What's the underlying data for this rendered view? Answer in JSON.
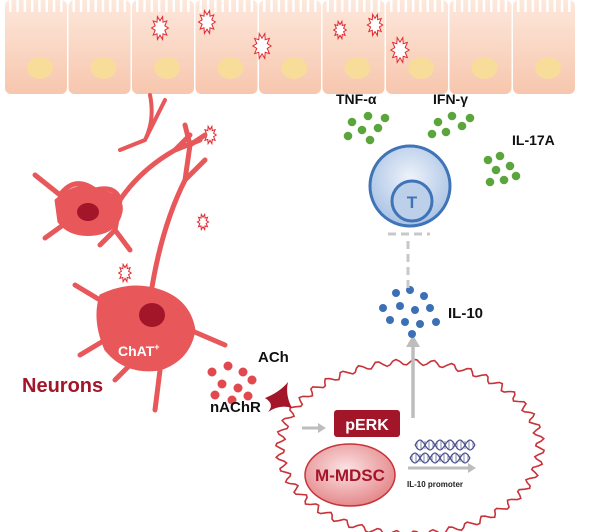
{
  "labels": {
    "tnf": "TNF-α",
    "ifn": "IFN-γ",
    "il17a": "IL-17A",
    "tcell": "T",
    "il10": "IL-10",
    "chat": "ChAT",
    "chat_sup": "+",
    "neurons": "Neurons",
    "ach": "ACh",
    "nachr": "nAChR",
    "perk": "pERK",
    "mmdsc": "M-MDSC",
    "promoter": "IL-10 promoter"
  },
  "colors": {
    "epithelium": "#f9d2bd",
    "nucleus": "#f8dc9a",
    "neuron": "#e8585a",
    "neuron_nucleus": "#a3162a",
    "dark_red": "#a3162a",
    "cytokine_green": "#5aa63c",
    "il10_blue": "#3b6fb6",
    "tcell_blue": "#3f74b8",
    "tcell_fill": "#bcd0ea",
    "arrow_gray": "#bdbdbd",
    "dna": "#4a4f8c"
  },
  "icons": [
    "damage-burst-icon",
    "dna-helix-icon",
    "receptor-icon"
  ]
}
